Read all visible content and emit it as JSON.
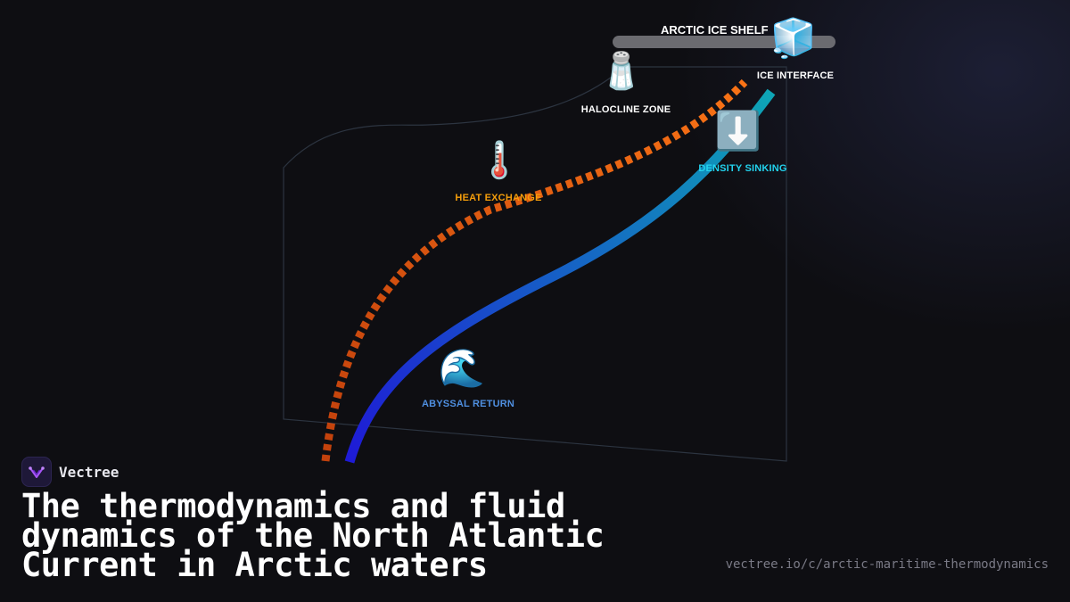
{
  "diagram": {
    "shelf_label": "ARCTIC ICE SHELF",
    "labels": {
      "ice_interface": "ICE INTERFACE",
      "halocline": "HALOCLINE ZONE",
      "heat_exchange": "HEAT EXCHANGE",
      "density_sinking": "DENSITY SINKING",
      "abyssal_return": "ABYSSAL RETURN"
    },
    "icons": {
      "ice": "🧊",
      "salt": "🧂",
      "thermometer": "🌡️",
      "down_arrow": "⬇️",
      "wave": "🌊"
    },
    "colors": {
      "warm_current": [
        "#c2410c",
        "#f97316"
      ],
      "cold_current": [
        "#1e1ad6",
        "#0ea5b5"
      ],
      "heat_label": "#f59e0b",
      "density_label": "#22d3ee",
      "abyssal_label": "#4f8fe0"
    }
  },
  "brand": {
    "name": "Vectree"
  },
  "title": "The thermodynamics and fluid dynamics of the North Atlantic Current in Arctic waters",
  "url": "vectree.io/c/arctic-maritime-thermodynamics"
}
